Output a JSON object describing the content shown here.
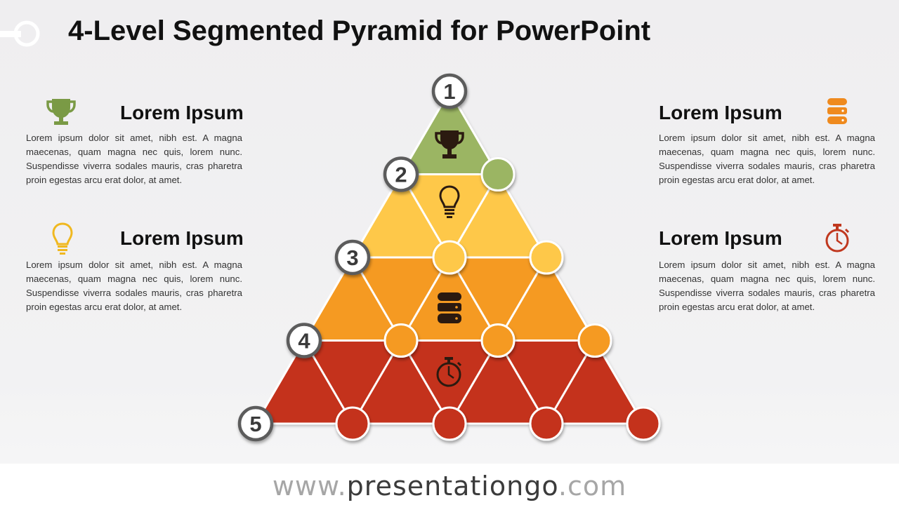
{
  "title": "4-Level Segmented Pyramid for PowerPoint",
  "footer": {
    "www": "www.",
    "domain": "presentationgo",
    "tld": ".com"
  },
  "panels": [
    {
      "heading": "Lorem Ipsum",
      "icon": "trophy-icon",
      "color": "#7a9a45",
      "text": "Lorem ipsum dolor sit amet, nibh est. A magna maecenas, quam magna nec quis, lorem nunc. Suspendisse viverra sodales mauris, cras pharetra proin egestas arcu erat dolor, at amet."
    },
    {
      "heading": "Lorem Ipsum",
      "icon": "lightbulb-icon",
      "color": "#f0b820",
      "text": "Lorem ipsum dolor sit amet, nibh est. A magna maecenas, quam magna nec quis, lorem nunc. Suspendisse viverra sodales mauris, cras pharetra proin egestas arcu erat dolor, at amet."
    },
    {
      "heading": "Lorem Ipsum",
      "icon": "database-icon",
      "color": "#ef8a1e",
      "text": "Lorem ipsum dolor sit amet, nibh est. A magna maecenas, quam magna nec quis, lorem nunc. Suspendisse viverra sodales mauris, cras pharetra proin egestas arcu erat dolor, at amet."
    },
    {
      "heading": "Lorem Ipsum",
      "icon": "stopwatch-icon",
      "color": "#c0381f",
      "text": "Lorem ipsum dolor sit amet, nibh est. A magna maecenas, quam magna nec quis, lorem nunc. Suspendisse viverra sodales mauris, cras pharetra proin egestas arcu erat dolor, at amet."
    }
  ],
  "pyramid": {
    "levels": [
      {
        "color": "#9bb564",
        "icon": "trophy-icon"
      },
      {
        "color": "#fec84a",
        "icon": "lightbulb-icon"
      },
      {
        "color": "#f59a22",
        "icon": "database-icon"
      },
      {
        "color": "#c4321a",
        "icon": "stopwatch-icon"
      }
    ],
    "numbers": [
      "1",
      "2",
      "3",
      "4",
      "5"
    ]
  }
}
